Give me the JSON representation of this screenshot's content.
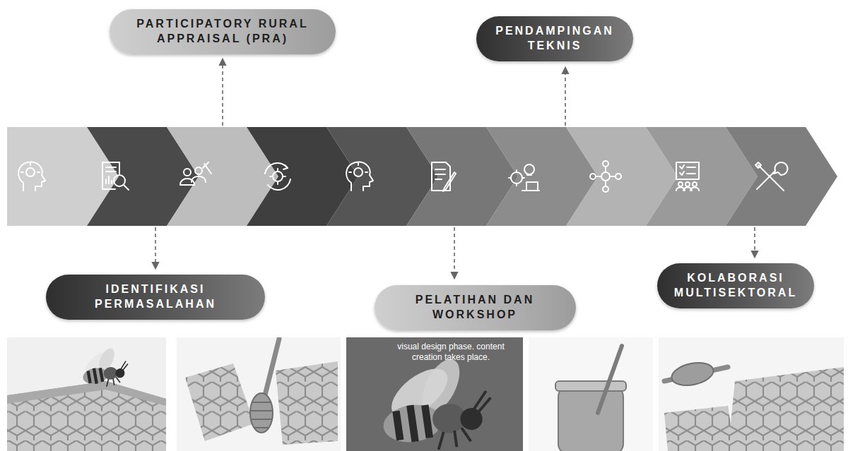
{
  "diagram": {
    "nodes": [
      {
        "text": [
          "IDENTIFIKASI PERMASALAHAN"
        ]
      },
      {
        "text": [
          "PARTICIPATORY RURAL APPRAISAL (PRA)"
        ]
      },
      {
        "text": [
          "PELATIHAN DAN WORKSHOP"
        ]
      },
      {
        "text": [
          "PENDAMPINGAN TEKNIS"
        ]
      },
      {
        "text": [
          "KOLABORASI MULTISEKTORAL"
        ]
      }
    ],
    "labels": [
      "visual design phase. content creation takes place."
    ]
  }
}
